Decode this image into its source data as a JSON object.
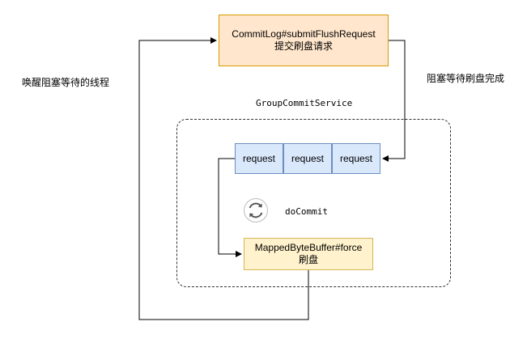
{
  "commit_box": {
    "line1": "CommitLog#submitFlushRequest",
    "line2": "提交刷盘请求"
  },
  "labels": {
    "wake_up": "唤醒阻塞等待的线程",
    "wait_flush": "阻塞等待刷盘完成",
    "group_commit_service": "GroupCommitService",
    "do_commit": "doCommit"
  },
  "requests": [
    "request",
    "request",
    "request"
  ],
  "mbb_box": {
    "line1": "MappedByteBuffer#force",
    "line2": "刷盘"
  },
  "icons": {
    "refresh": "refresh-icon"
  },
  "colors": {
    "commit_fill": "#ffe6cc",
    "commit_stroke": "#d79b00",
    "request_fill": "#dae8fc",
    "request_stroke": "#6c8ebf",
    "mbb_fill": "#fff2cc",
    "mbb_stroke": "#d6b656"
  }
}
